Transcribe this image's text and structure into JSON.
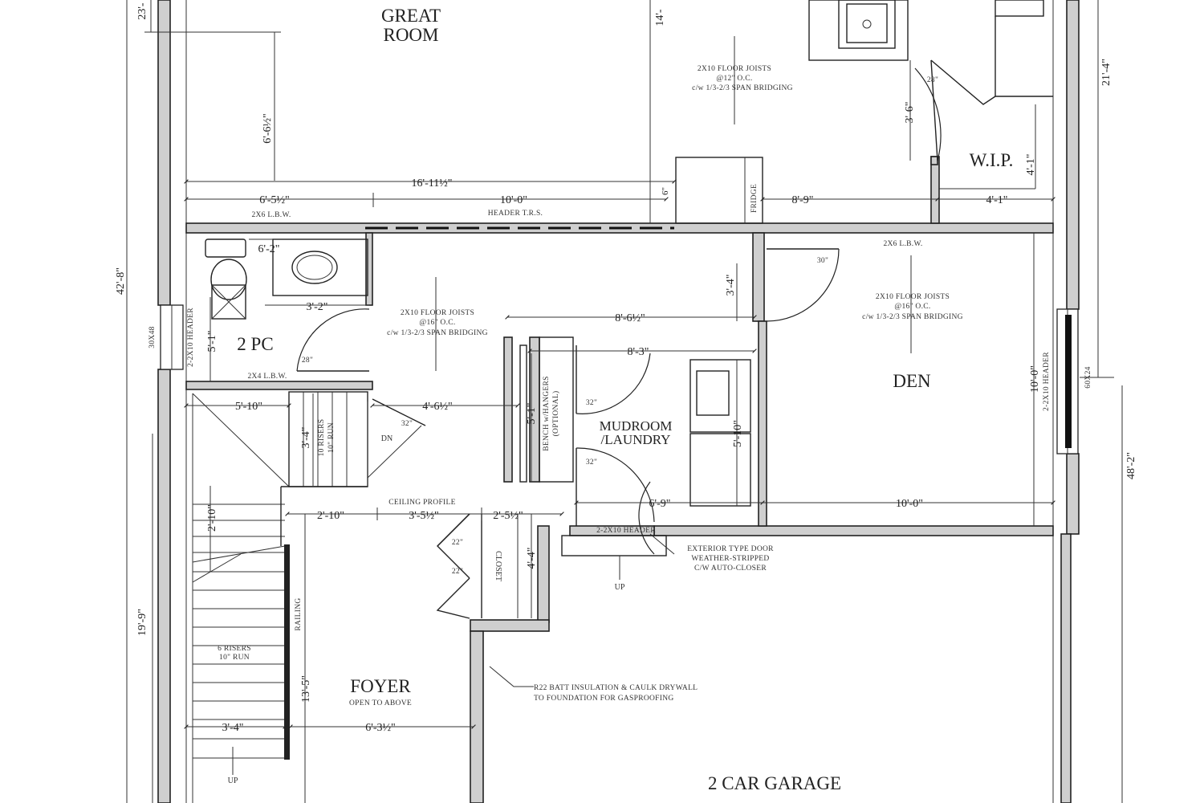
{
  "rooms": {
    "great_room_1": "GREAT",
    "great_room_2": "ROOM",
    "wip": "W.I.P.",
    "den": "DEN",
    "pc": "2 PC",
    "mudroom_1": "MUDROOM",
    "mudroom_2": "/LAUNDRY",
    "foyer": "FOYER",
    "foyer_sub": "OPEN TO ABOVE",
    "garage": "2  CAR GARAGE",
    "closet": "CLOSET"
  },
  "notes": {
    "joists_1": "2X10 FLOOR JOISTS",
    "joists_2": "@12\" O.C.",
    "joists_3": "c/w 1/3-2/3 SPAN BRIDGING",
    "joists_b1": "2X10 FLOOR JOISTS",
    "joists_b2": "@16\" O.C.",
    "joists_b3": "c/w 1/3-2/3 SPAN BRIDGING",
    "joists_c1": "2X10 FLOOR JOISTS",
    "joists_c2": "@16\" O.C.",
    "joists_c3": "c/w 1/3-2/3 SPAN BRIDGING",
    "header_trs": "HEADER T.R.S.",
    "lbw_2x6": "2X6 L.B.W.",
    "lbw_2x4": "2X4 L.B.W.",
    "lbw_right": "2X6 L.B.W.",
    "header_left": "2-2X10 HEADER",
    "header_right": "2-2X10 HEADER",
    "header_bottom": "2-2X10 HEADER",
    "fridge": "FRIDGE",
    "risers_top_1": "10 RISERS",
    "risers_top_2": "10\" RUN",
    "dn": "DN",
    "up_1": "UP",
    "up_2": "UP",
    "bench_1": "BENCH w/HANGERS",
    "bench_2": "(OPTIONAL)",
    "ceiling_profile": "CEILING PROFILE",
    "railing": "RAILING",
    "risers_bottom_1": "6 RISERS",
    "risers_bottom_2": "10\" RUN",
    "ext_door_1": "EXTERIOR TYPE DOOR",
    "ext_door_2": "WEATHER-STRIPPED",
    "ext_door_3": "C/W AUTO-CLOSER",
    "batt_1": "R22 BATT INSULATION & CAULK DRYWALL",
    "batt_2": "TO FOUNDATION FOR GASPROOFING",
    "win_left": "30X48",
    "win_right": "60X24"
  },
  "doors": {
    "d28": "28\"",
    "d30a": "30\"",
    "d28b": "28\"",
    "d32a": "32\"",
    "d32b": "32\"",
    "d32c": "32\"",
    "d22a": "22\"",
    "d22b": "22\""
  },
  "dims": {
    "d_23": "23'-",
    "d_14": "14'-",
    "d_6_6half": "6'-6½\"",
    "d_16_11half": "16'-11½\"",
    "d_6_5half": "6'-5½\"",
    "d_10_0_top": "10'-0\"",
    "d_6_small": "6\"",
    "d_8_9": "8'-9\"",
    "d_4_1a": "4'-1\"",
    "d_4_1b": "4'-1\"",
    "d_3_6": "3'-6\"",
    "d_21_4": "21'-4\"",
    "d_42_8": "42'-8\"",
    "d_6_2": "6'-2\"",
    "d_3_2": "3'-2\"",
    "d_3_4_door": "3'-4\"",
    "d_8_6half": "8'-6½\"",
    "d_8_3": "8'-3\"",
    "d_5_1a": "5'-1\"",
    "d_5_10": "5'-10\"",
    "d_4_6half": "4'-6½\"",
    "d_3_4_stair": "3'-4\"",
    "d_5_1b": "5'-1\"",
    "d_5_10b": "5'-10\"",
    "d_10_0_den": "10'-0\"",
    "d_2_10_v": "2'-10\"",
    "d_2_10_h": "2'-10\"",
    "d_3_5half": "3'-5½\"",
    "d_2_5half": "2'-5½\"",
    "d_6_9": "6'-9\"",
    "d_10_0_bottom": "10'-0\"",
    "d_48_2": "48'-2\"",
    "d_4_4": "4'-4\"",
    "d_19_9": "19'-9\"",
    "d_13_5": "13'-5\"",
    "d_3_4_foyer": "3'-4\"",
    "d_6_3half": "6'-3½\""
  }
}
